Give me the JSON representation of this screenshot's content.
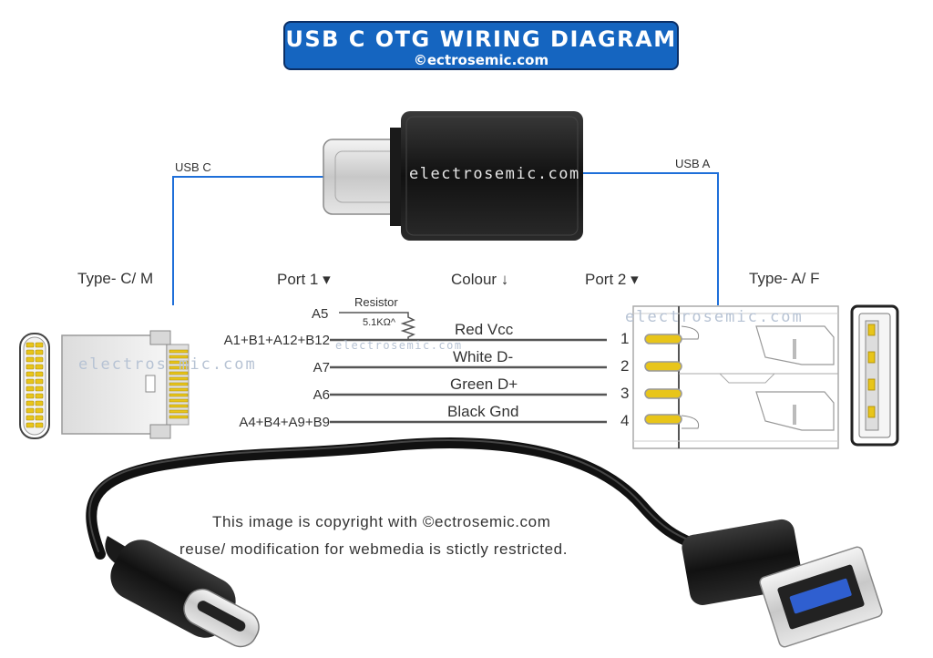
{
  "header": {
    "title": "USB C OTG WIRING DIAGRAM",
    "subtitle": "©ectrosemic.com"
  },
  "adapter": {
    "brand": "electrosemic.com"
  },
  "connectors": {
    "usb_c_label": "USB C",
    "usb_a_label": "USB A",
    "type_c_label": "Type- C/ M",
    "type_a_label": "Type- A/ F"
  },
  "columns": {
    "port1": "Port 1 ▾",
    "colour": "Colour ↓",
    "port2": "Port 2 ▾"
  },
  "resistor": {
    "label": "Resistor",
    "value": "5.1KΩ^",
    "pin": "A5"
  },
  "wires": [
    {
      "port1": "A1+B1+A12+B12",
      "colour": "Red Vcc",
      "port2": "1"
    },
    {
      "port1": "A7",
      "colour": "White D-",
      "port2": "2"
    },
    {
      "port1": "A6",
      "colour": "Green D+",
      "port2": "3"
    },
    {
      "port1": "A4+B4+A9+B9",
      "colour": "Black Gnd",
      "port2": "4"
    }
  ],
  "watermark": "electrosemic.com",
  "watermark_partial_left": "electros mic.com",
  "copyright": {
    "line1": "This image is copyright with ©ectrosemic.com",
    "line2": "reuse/ modification for webmedia is stictly restricted."
  },
  "colors": {
    "title_bg": "#1565c0",
    "connector_line": "#1e6fd9",
    "pin_gold": "#e8c51a",
    "usb3_blue": "#2f5fd0"
  }
}
